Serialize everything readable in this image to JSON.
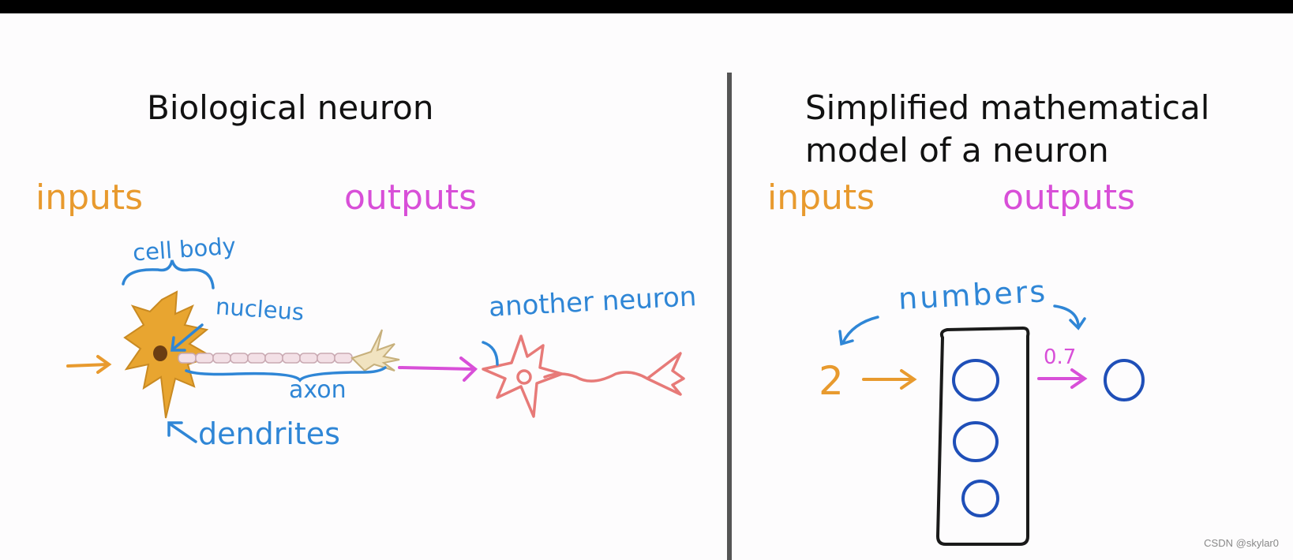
{
  "left": {
    "title": "Biological neuron",
    "inputs_label": "inputs",
    "outputs_label": "outputs",
    "annotations": {
      "cell_body": "cell body",
      "nucleus": "nucleus",
      "axon": "axon",
      "dendrites": "dendrites",
      "another_neuron": "another neuron"
    }
  },
  "right": {
    "title_line1": "Simplified mathematical",
    "title_line2": "model of a neuron",
    "inputs_label": "inputs",
    "outputs_label": "outputs",
    "annotations": {
      "numbers": "numbers",
      "input_value": "2",
      "output_value": "0.7"
    }
  },
  "watermark": "CSDN @skylar0",
  "colors": {
    "inputs": "#e89a2e",
    "outputs": "#d84fd8",
    "annotation": "#2f86d6",
    "neuron_body": "#e8a530",
    "another_neuron": "#e77a78",
    "circles": "#1f4fb8"
  }
}
